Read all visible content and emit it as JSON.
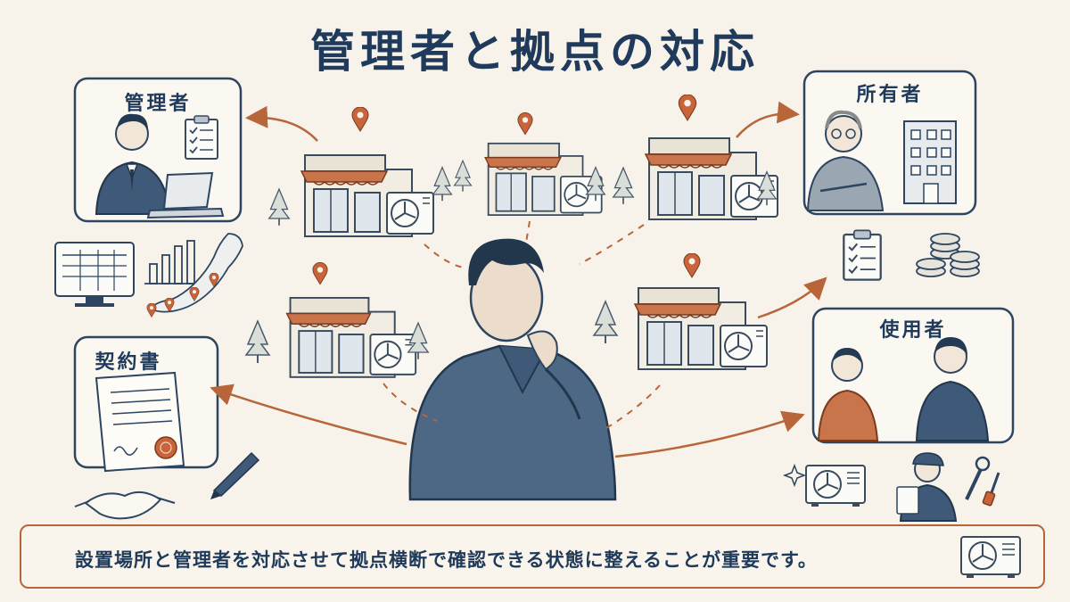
{
  "title": "管理者と拠点の対応",
  "panels": {
    "manager": "管理者",
    "owner": "所有者",
    "contract": "契約書",
    "user": "使用者"
  },
  "caption": "設置場所と管理者を対応させて拠点横断で確認できる状態に整えることが重要です。",
  "colors": {
    "ink": "#1f3a5a",
    "accent": "#b8653a",
    "background": "#f7f3ea"
  }
}
